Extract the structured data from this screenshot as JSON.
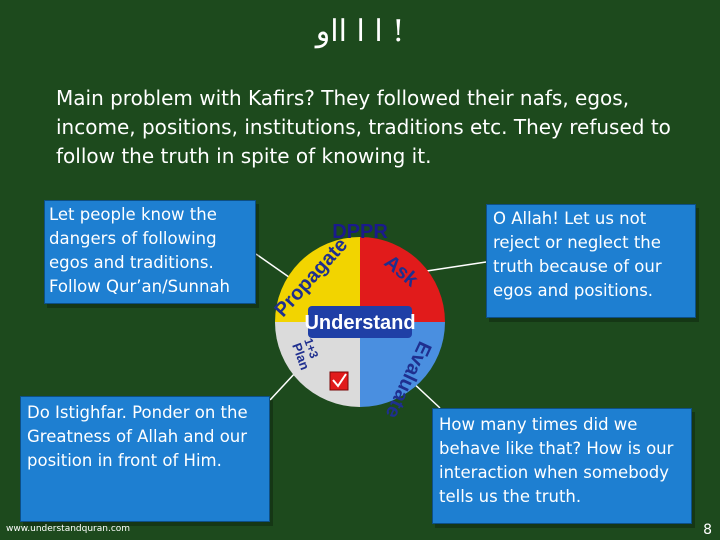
{
  "slide": {
    "title": "ا ا ااو !",
    "main_text": "Main problem with Kafirs? They followed their nafs, egos, income, positions, institutions, traditions etc. They refused to follow the truth in spite of knowing it.",
    "box_top_left": "Let people know the dangers of following egos and traditions. Follow Qur’an/Sunnah",
    "box_top_right": "O Allah! Let us not reject or neglect the truth because of our egos and positions.",
    "box_bottom_left": "Do Istighfar. Ponder on the Greatness of Allah and our position in front of Him.",
    "box_bottom_right": "How many times did we behave like that? How is our interaction when somebody tells us the truth.",
    "footer": "www.understandquran.com",
    "page_number": "8"
  },
  "diagram": {
    "heading": "DPPR",
    "center": "Understand",
    "propagate": "Propagate",
    "ask": "Ask",
    "evaluate": "Evaluate",
    "plan": "Plan",
    "plan_sub": "1+3",
    "colors": {
      "propagate": "#f2d400",
      "ask": "#e11b1b",
      "evaluate": "#4a8fe0",
      "plan": "#dbdbdb",
      "center": "#1f3fa6"
    }
  }
}
